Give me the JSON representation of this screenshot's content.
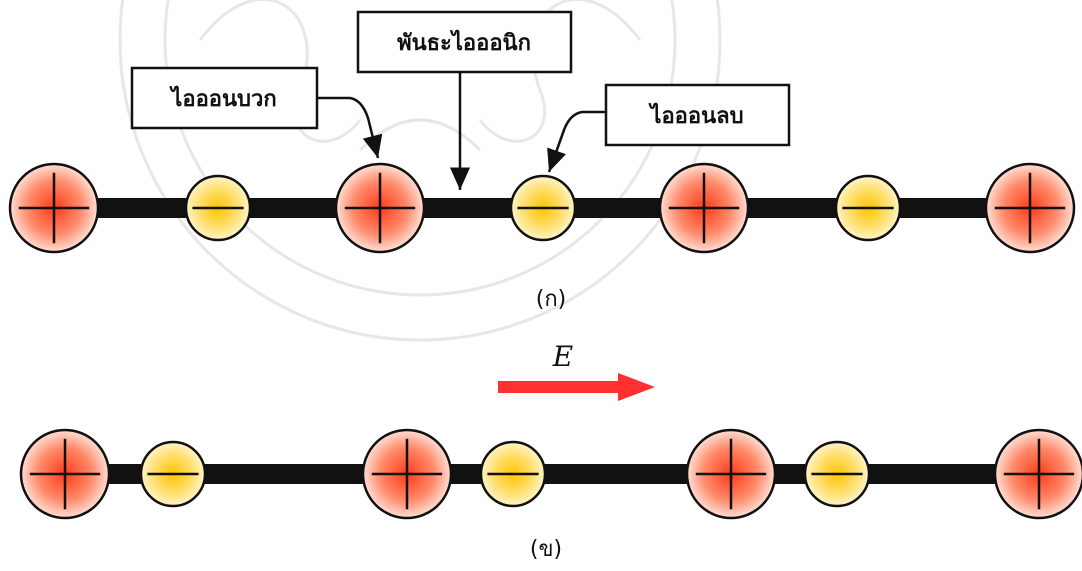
{
  "labels": {
    "bond": "พันธะไอออนิก",
    "positive_ion": "ไอออนบวก",
    "negative_ion": "ไอออนลบ"
  },
  "captions": {
    "a": "(ก)",
    "b": "(ข)"
  },
  "field_symbol": "E",
  "colors": {
    "bond": "#111111",
    "positive_center": "#ff3b1a",
    "positive_edge": "#fff4ef",
    "negative_center": "#ffc400",
    "negative_edge": "#fff9e0",
    "arrow": "#ff3030",
    "watermark": "#bbbbbb"
  },
  "rows": [
    {
      "name": "chain-a",
      "ions": [
        "+",
        "-",
        "+",
        "-",
        "+",
        "-",
        "+"
      ]
    },
    {
      "name": "chain-b",
      "ions": [
        "+",
        "-",
        "+",
        "-",
        "+",
        "-",
        "+"
      ]
    }
  ]
}
